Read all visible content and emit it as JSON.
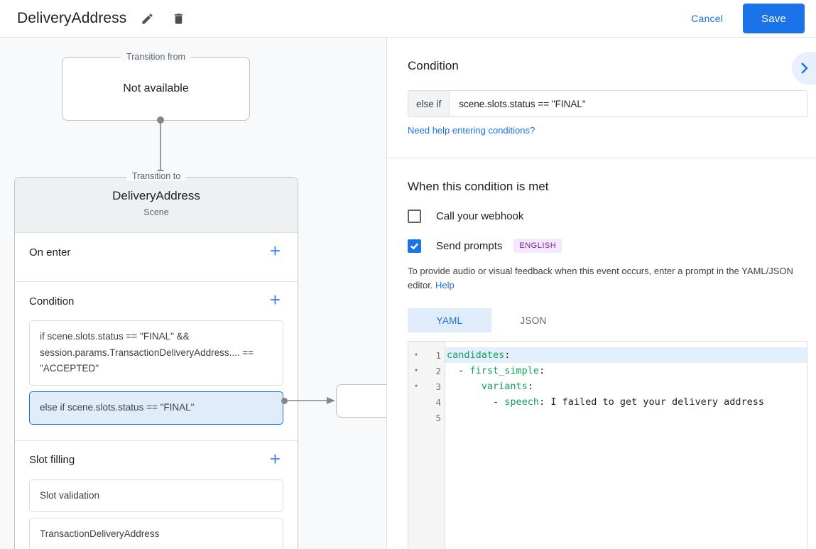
{
  "topbar": {
    "title": "DeliveryAddress",
    "edit_icon": "pencil-icon",
    "delete_icon": "trash-icon",
    "cancel_label": "Cancel",
    "save_label": "Save",
    "accent_color": "#1a73e8"
  },
  "canvas": {
    "transition_from": {
      "legend": "Transition from",
      "value": "Not available"
    },
    "transition_to": {
      "legend": "Transition to",
      "title": "DeliveryAddress",
      "subtitle": "Scene"
    },
    "sections": [
      {
        "title": "On enter",
        "add_label": "+",
        "items": []
      },
      {
        "title": "Condition",
        "add_label": "+",
        "items": [
          {
            "text": "if scene.slots.status == \"FINAL\" && session.params.TransactionDeliveryAddress.... == \"ACCEPTED\"",
            "selected": false
          },
          {
            "text": "else if scene.slots.status == \"FINAL\"",
            "selected": true
          }
        ]
      },
      {
        "title": "Slot filling",
        "add_label": "+",
        "items": [
          {
            "text": "Slot validation",
            "selected": false
          },
          {
            "text": "TransactionDeliveryAddress",
            "selected": false
          }
        ]
      }
    ]
  },
  "right_panel": {
    "expand_icon": "chevron-right-icon",
    "condition": {
      "heading": "Condition",
      "prefix": "else if",
      "value": "scene.slots.status == \"FINAL\"",
      "help_link": "Need help entering conditions?"
    },
    "when_met": {
      "heading": "When this condition is met",
      "webhook": {
        "label": "Call your webhook",
        "checked": false
      },
      "prompts": {
        "label": "Send prompts",
        "checked": true,
        "badge": "ENGLISH",
        "badge_color": "#7b1fa2"
      },
      "description_before_link": "To provide audio or visual feedback when this event occurs, enter a prompt in the YAML/JSON editor. ",
      "description_link": "Help"
    },
    "editor": {
      "tabs": [
        {
          "label": "YAML",
          "active": true
        },
        {
          "label": "JSON",
          "active": false
        }
      ],
      "lines": [
        {
          "num": "1",
          "fold": "▾",
          "highlighted": true,
          "tokens": [
            {
              "cls": "k",
              "text": "candidates"
            },
            {
              "cls": "t",
              "text": ":"
            }
          ]
        },
        {
          "num": "2",
          "fold": "▾",
          "highlighted": false,
          "tokens": [
            {
              "cls": "t",
              "text": "  - "
            },
            {
              "cls": "k",
              "text": "first_simple"
            },
            {
              "cls": "t",
              "text": ":"
            }
          ]
        },
        {
          "num": "3",
          "fold": "▾",
          "highlighted": false,
          "tokens": [
            {
              "cls": "t",
              "text": "      "
            },
            {
              "cls": "k",
              "text": "variants"
            },
            {
              "cls": "t",
              "text": ":"
            }
          ]
        },
        {
          "num": "4",
          "fold": "",
          "highlighted": false,
          "tokens": [
            {
              "cls": "t",
              "text": "        - "
            },
            {
              "cls": "k",
              "text": "speech"
            },
            {
              "cls": "t",
              "text": ": I failed to get your delivery address"
            }
          ]
        },
        {
          "num": "5",
          "fold": "",
          "highlighted": false,
          "tokens": []
        }
      ]
    }
  }
}
